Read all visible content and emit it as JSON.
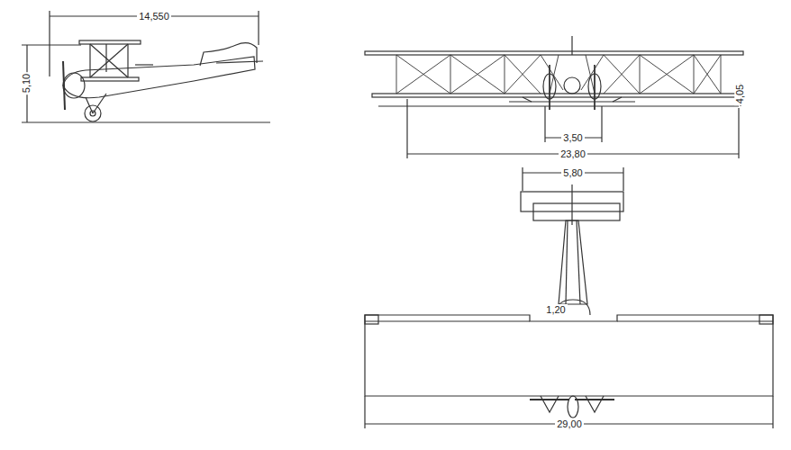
{
  "diagram": {
    "labels": [
      "14,550",
      "5,10",
      "4,05",
      "3,50",
      "23,80",
      "5,80",
      "1,20",
      "29,00"
    ]
  }
}
